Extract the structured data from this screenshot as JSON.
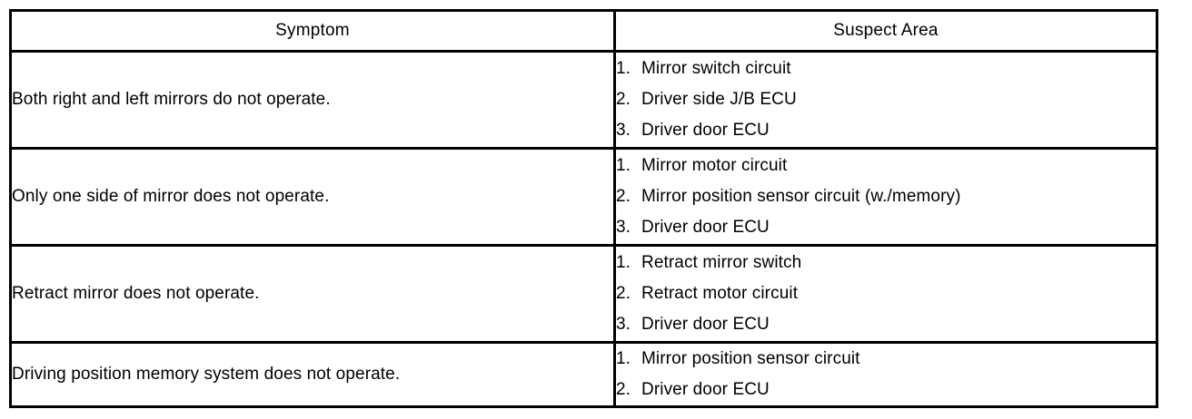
{
  "table": {
    "headers": {
      "symptom": "Symptom",
      "suspect_area": "Suspect Area"
    },
    "rows": [
      {
        "symptom": "Both right and left mirrors do not operate.",
        "suspect_items": [
          {
            "num": "1.",
            "text": "Mirror switch circuit"
          },
          {
            "num": "2.",
            "text": "Driver side J/B ECU"
          },
          {
            "num": "3.",
            "text": "Driver door ECU"
          }
        ]
      },
      {
        "symptom": "Only one side of mirror does not operate.",
        "suspect_items": [
          {
            "num": "1.",
            "text": "Mirror motor circuit"
          },
          {
            "num": "2.",
            "text": "Mirror position sensor circuit (w./memory)"
          },
          {
            "num": "3.",
            "text": "Driver door ECU"
          }
        ]
      },
      {
        "symptom": "Retract mirror does not operate.",
        "suspect_items": [
          {
            "num": "1.",
            "text": "Retract mirror switch"
          },
          {
            "num": "2.",
            "text": "Retract motor circuit"
          },
          {
            "num": "3.",
            "text": "Driver door ECU"
          }
        ]
      },
      {
        "symptom": "Driving position memory system does not operate.",
        "suspect_items": [
          {
            "num": "1.",
            "text": "Mirror position sensor circuit"
          },
          {
            "num": "2.",
            "text": "Driver door ECU"
          }
        ]
      }
    ]
  }
}
